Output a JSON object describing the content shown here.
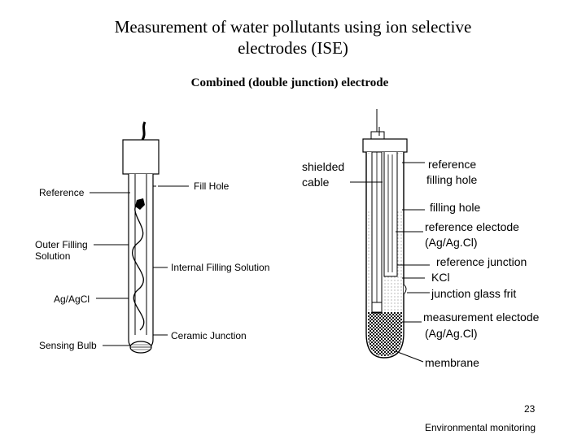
{
  "slide": {
    "title_line1": "Measurement of water pollutants using ion selective",
    "title_line2": "electrodes (ISE)",
    "subtitle": "Combined (double junction) electrode",
    "page_number": "23",
    "footer": "Environmental monitoring"
  },
  "left_diagram": {
    "labels": {
      "reference": "Reference",
      "outer_filling_1": "Outer Filling",
      "outer_filling_2": "Solution",
      "ag_agcl": "Ag/AgCl",
      "sensing_bulb": "Sensing Bulb",
      "fill_hole": "Fill Hole",
      "internal_filling": "Internal Filling Solution",
      "ceramic_junction": "Ceramic Junction"
    }
  },
  "right_diagram": {
    "labels": {
      "shielded_1": "shielded",
      "shielded_2": "cable",
      "ref_filling_1": "reference",
      "ref_filling_2": "filling hole",
      "filling_hole": "filling hole",
      "ref_electrode_1": "reference electode",
      "ref_electrode_2": "(Ag/Ag.Cl)",
      "ref_junction": "reference junction",
      "kcl": "KCl",
      "junction_frit": "junction glass frit",
      "meas_electrode_1": "measurement electode",
      "meas_electrode_2": "(Ag/Ag.Cl)",
      "membrane": "membrane"
    }
  }
}
